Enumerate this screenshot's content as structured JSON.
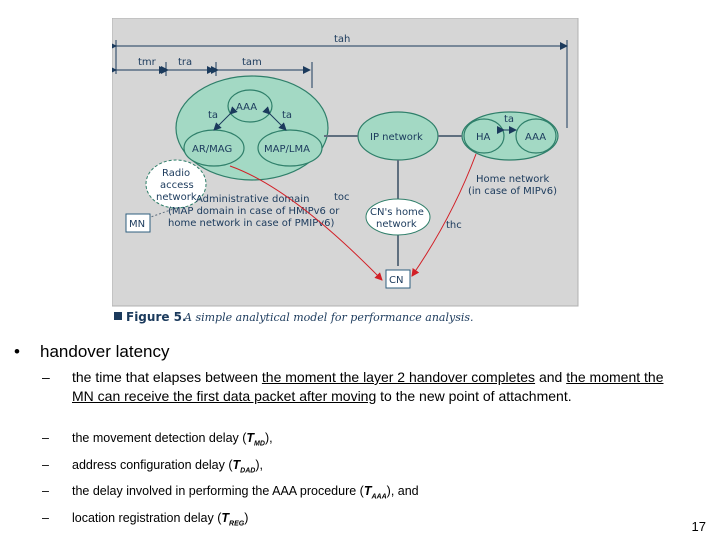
{
  "figure": {
    "labels": {
      "t_ah": "tah",
      "t_mr": "tmr",
      "t_ra": "tra",
      "t_am": "tam",
      "t_a_left": "ta",
      "t_a_right": "ta",
      "t_a_home": "ta",
      "t_oc": "toc",
      "t_hc": "thc",
      "aaa": "AAA",
      "ar_mag": "AR/MAG",
      "map_lma": "MAP/LMA",
      "ip_network": "IP network",
      "ha": "HA",
      "aaa_home": "AAA",
      "radio_line1": "Radio",
      "radio_line2": "access",
      "radio_line3": "network",
      "mn": "MN",
      "admin_line1": "Administrative domain",
      "admin_line2": "(MAP domain in case of HMIPv6 or",
      "admin_line3": "home network in case of PMIPv6)",
      "home_line1": "Home network",
      "home_line2": "(in case of MIPv6)",
      "cn_home_line1": "CN's home",
      "cn_home_line2": "network",
      "cn": "CN"
    },
    "caption_label": "Figure 5.",
    "caption_text": "A simple analytical model for performance analysis.",
    "colors": {
      "panel": "#d6d6d6",
      "ellipse_fill": "#a3d9c4",
      "ellipse_stroke": "#2f7f6a",
      "box_stroke": "#2f5f7f",
      "text": "#1b3a5c",
      "red": "#d21f26"
    }
  },
  "bullet": {
    "marker": "•",
    "heading": "handover latency"
  },
  "definition": {
    "dash": "–",
    "part1": "the time that elapses between ",
    "u1": "the moment the layer 2 handover completes",
    "part2": " and ",
    "u2": "the moment the MN can receive the first data packet after moving",
    "part3": " to the new point of attachment."
  },
  "components": [
    {
      "dash": "–",
      "text": "the movement detection delay (",
      "sym": "T",
      "sub": "MD",
      "after": "),"
    },
    {
      "dash": "–",
      "text": "address configuration delay (",
      "sym": "T",
      "sub": "DAD",
      "after": "),"
    },
    {
      "dash": "–",
      "text": "the delay involved in performing the AAA procedure (",
      "sym": "T",
      "sub": "AAA",
      "after": "), and"
    },
    {
      "dash": "–",
      "text": "location registration delay (",
      "sym": "T",
      "sub": "REG",
      "after": ")"
    }
  ],
  "page_number": "17"
}
